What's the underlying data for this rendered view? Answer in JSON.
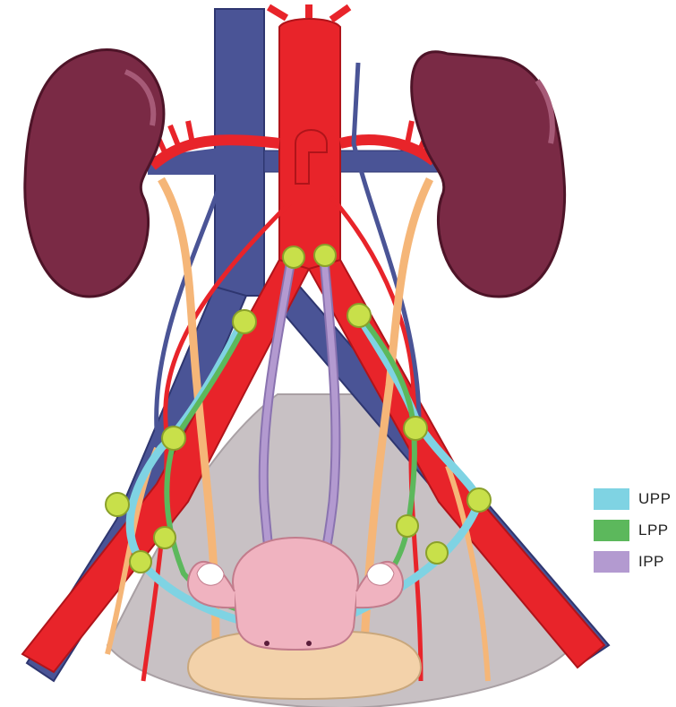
{
  "legend": {
    "items": [
      {
        "label": "UPP",
        "color": "#7fd3e3"
      },
      {
        "label": "LPP",
        "color": "#5cb85c"
      },
      {
        "label": "IPP",
        "color": "#b39ad0"
      }
    ]
  },
  "colors": {
    "vein": "#4a5496",
    "artery": "#e8242a",
    "kidney": "#7a2a45",
    "ureter": "#f5b678",
    "pelvis": "#c8c1c4",
    "uterus": "#f0b3c0",
    "bladder": "#f3d2aa",
    "lymph_node": "#c8e04a"
  }
}
